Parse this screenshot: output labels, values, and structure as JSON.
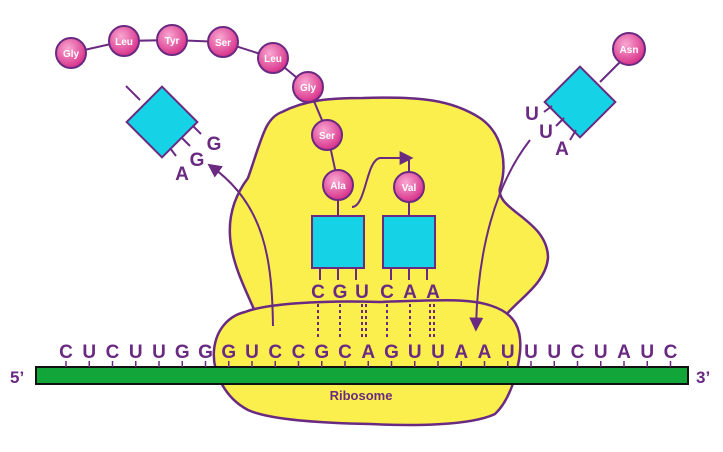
{
  "mrna": {
    "bases": [
      "C",
      "U",
      "C",
      "U",
      "U",
      "G",
      "G",
      "G",
      "U",
      "C",
      "C",
      "G",
      "C",
      "A",
      "G",
      "U",
      "U",
      "A",
      "A",
      "U",
      "U",
      "U",
      "C",
      "U",
      "A",
      "U",
      "C"
    ],
    "five_prime": "5’",
    "three_prime": "3’"
  },
  "ribosome": {
    "label": "Ribosome"
  },
  "peptide_chain": [
    "Gly",
    "Leu",
    "Tyr",
    "Ser",
    "Leu",
    "Gly",
    "Ser",
    "Ala"
  ],
  "trna_p_site": {
    "amino_acid": "Ala",
    "anticodon": [
      "C",
      "G",
      "U"
    ]
  },
  "trna_a_site": {
    "amino_acid": "Val",
    "anticodon": [
      "C",
      "A",
      "A"
    ]
  },
  "trna_exiting": {
    "anticodon": [
      "A",
      "G",
      "G"
    ]
  },
  "trna_incoming": {
    "amino_acid": "Asn",
    "anticodon": [
      "U",
      "U",
      "A"
    ]
  },
  "colors": {
    "ribosome": "#fbef4e",
    "outline": "#6a2a82",
    "mrna_strand": "#12a53a",
    "trna_body": "#16d2e6",
    "amino_acid": "#e0479a",
    "base_text": "#6a2a82"
  }
}
